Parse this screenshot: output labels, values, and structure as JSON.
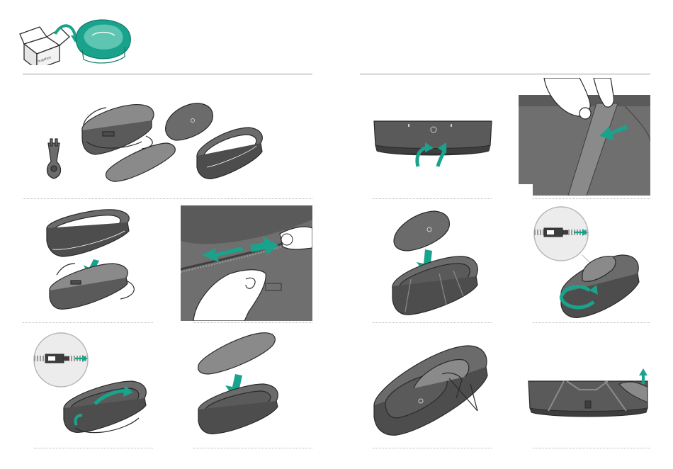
{
  "colors": {
    "accent": "#1aa38c",
    "accent_light": "#5fc5b3",
    "fabric_dark": "#4d4d4d",
    "fabric_mid": "#6b6b6b",
    "fabric_light": "#8a8a8a",
    "outline": "#2a2a2a",
    "rule": "#9a9a9a"
  },
  "header": {
    "icon": "unbox-bassinet-icon"
  },
  "panels": [
    {
      "id": "parts-overview",
      "icon": "parts-layout-illustration"
    },
    {
      "id": "step-left-1",
      "icon": "frame-onto-base-illustration"
    },
    {
      "id": "step-left-2",
      "icon": "zipper-open-photo"
    },
    {
      "id": "step-left-3",
      "icon": "zip-around-illustration"
    },
    {
      "id": "step-left-4",
      "icon": "mattress-insert-illustration"
    },
    {
      "id": "step-right-1",
      "icon": "handle-clip-illustration"
    },
    {
      "id": "step-right-2",
      "icon": "strap-push-photo"
    },
    {
      "id": "step-right-3",
      "icon": "apron-insert-illustration"
    },
    {
      "id": "step-right-4",
      "icon": "apron-zip-illustration"
    },
    {
      "id": "step-right-5",
      "icon": "assembled-bassinet-illustration"
    },
    {
      "id": "step-right-6",
      "icon": "side-flap-illustration"
    }
  ]
}
